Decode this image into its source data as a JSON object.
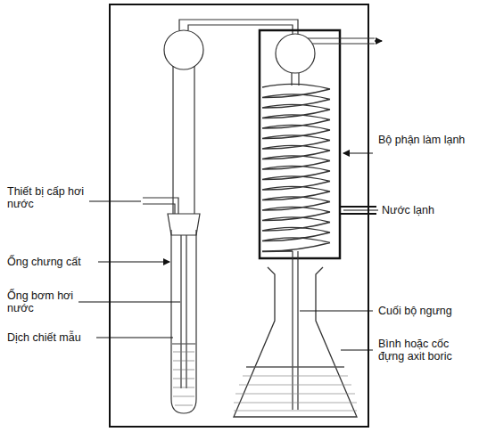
{
  "diagram": {
    "labels": [
      "Bộ phận làm lạnh",
      "Thiết bị cấp hơi nước",
      "Nước lạnh",
      "Ống chưng cất",
      "Ống bơm hơi nước",
      "Cuối bộ ngưng",
      "Dịch chiết mẫu",
      "Bình hoặc cốc đựng axit boric"
    ]
  }
}
